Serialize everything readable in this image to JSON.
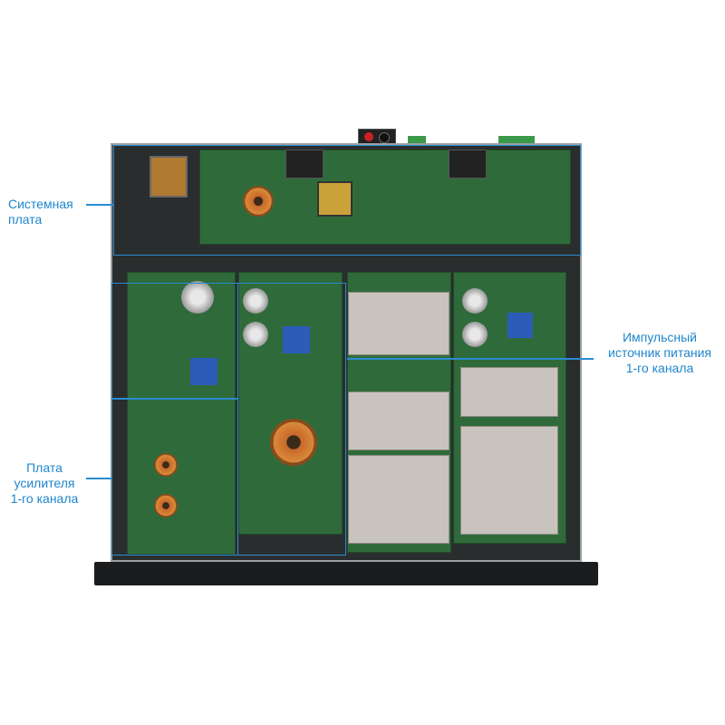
{
  "annotations": {
    "system_board": "Системная плата",
    "switching_psu": [
      "Импульсный",
      "источник питания",
      "1-го канала"
    ],
    "amp_board": [
      "Плата",
      "усилителя",
      "1-го канала"
    ]
  },
  "colors": {
    "annotation": "#1f86cc",
    "pcb": "#2f6b3a",
    "heatsink": "#c8c3bd"
  }
}
